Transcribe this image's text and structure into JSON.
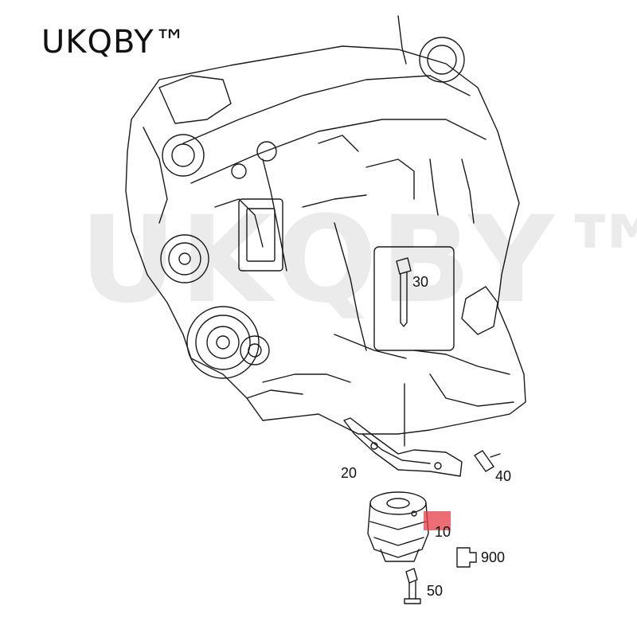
{
  "brand": {
    "name": "UKQBY™",
    "watermark": "UKQBY™"
  },
  "parts": [
    {
      "label": "30",
      "part": "bolt"
    },
    {
      "label": "20",
      "part": "bracket"
    },
    {
      "label": "40",
      "part": "bolt"
    },
    {
      "label": "10",
      "part": "engine-mount"
    },
    {
      "label": "900",
      "part": "connector"
    },
    {
      "label": "50",
      "part": "bolt"
    }
  ],
  "colors": {
    "line": "#1a1a1a",
    "highlight": "#e63c46",
    "background": "#ffffff"
  }
}
